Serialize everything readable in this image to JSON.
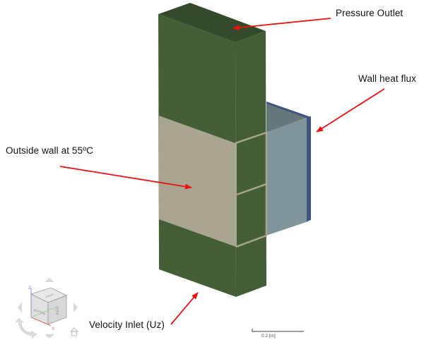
{
  "annotations": {
    "pressure_outlet": "Pressure Outlet",
    "wall_heat_flux": "Wall heat flux",
    "outside_wall": "Outside wall at 55ºC",
    "velocity_inlet": "Velocity Inlet (Uz)"
  },
  "scale_bar": {
    "label": "0.2 [m]"
  },
  "view_cube": {
    "faces": {
      "top": "FRONT",
      "left": "BOTTOM",
      "right": "RIGHT"
    },
    "axes": {
      "x": "X",
      "y": "Y",
      "z": "Z"
    },
    "controls": [
      "rotate-up",
      "rotate-down",
      "rotate-left",
      "rotate-right",
      "roll",
      "home"
    ]
  },
  "colors": {
    "green_face": "#445e35",
    "green_top": "#344a2a",
    "tan_wall": "#aaa590",
    "heat_flux_face": "#7f9599",
    "heat_flux_inner": "#66767a",
    "heat_flux_edge": "#3e5580",
    "arrow": "#ee1111"
  }
}
